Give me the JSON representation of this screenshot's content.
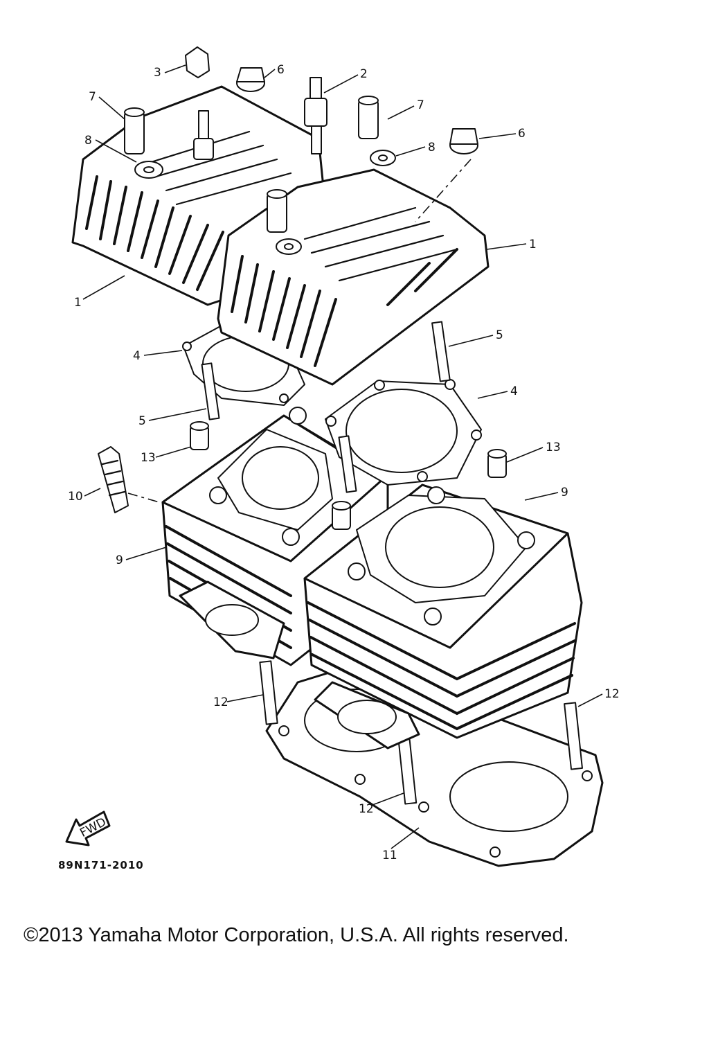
{
  "diagram": {
    "drawing_code": "89N171-2010",
    "fwd_label": "FWD",
    "copyright": "©2013 Yamaha Motor Corporation, U.S.A. All rights reserved.",
    "callouts": [
      {
        "id": "c1a",
        "label": "1"
      },
      {
        "id": "c1b",
        "label": "1"
      },
      {
        "id": "c2",
        "label": "2"
      },
      {
        "id": "c3",
        "label": "3"
      },
      {
        "id": "c4a",
        "label": "4"
      },
      {
        "id": "c4b",
        "label": "4"
      },
      {
        "id": "c5a",
        "label": "5"
      },
      {
        "id": "c5b",
        "label": "5"
      },
      {
        "id": "c6a",
        "label": "6"
      },
      {
        "id": "c6b",
        "label": "6"
      },
      {
        "id": "c7a",
        "label": "7"
      },
      {
        "id": "c7b",
        "label": "7"
      },
      {
        "id": "c8a",
        "label": "8"
      },
      {
        "id": "c8b",
        "label": "8"
      },
      {
        "id": "c9a",
        "label": "9"
      },
      {
        "id": "c9b",
        "label": "9"
      },
      {
        "id": "c10",
        "label": "10"
      },
      {
        "id": "c11",
        "label": "11"
      },
      {
        "id": "c12a",
        "label": "12"
      },
      {
        "id": "c12b",
        "label": "12"
      },
      {
        "id": "c12c",
        "label": "12"
      },
      {
        "id": "c13a",
        "label": "13"
      },
      {
        "id": "c13b",
        "label": "13"
      }
    ]
  }
}
